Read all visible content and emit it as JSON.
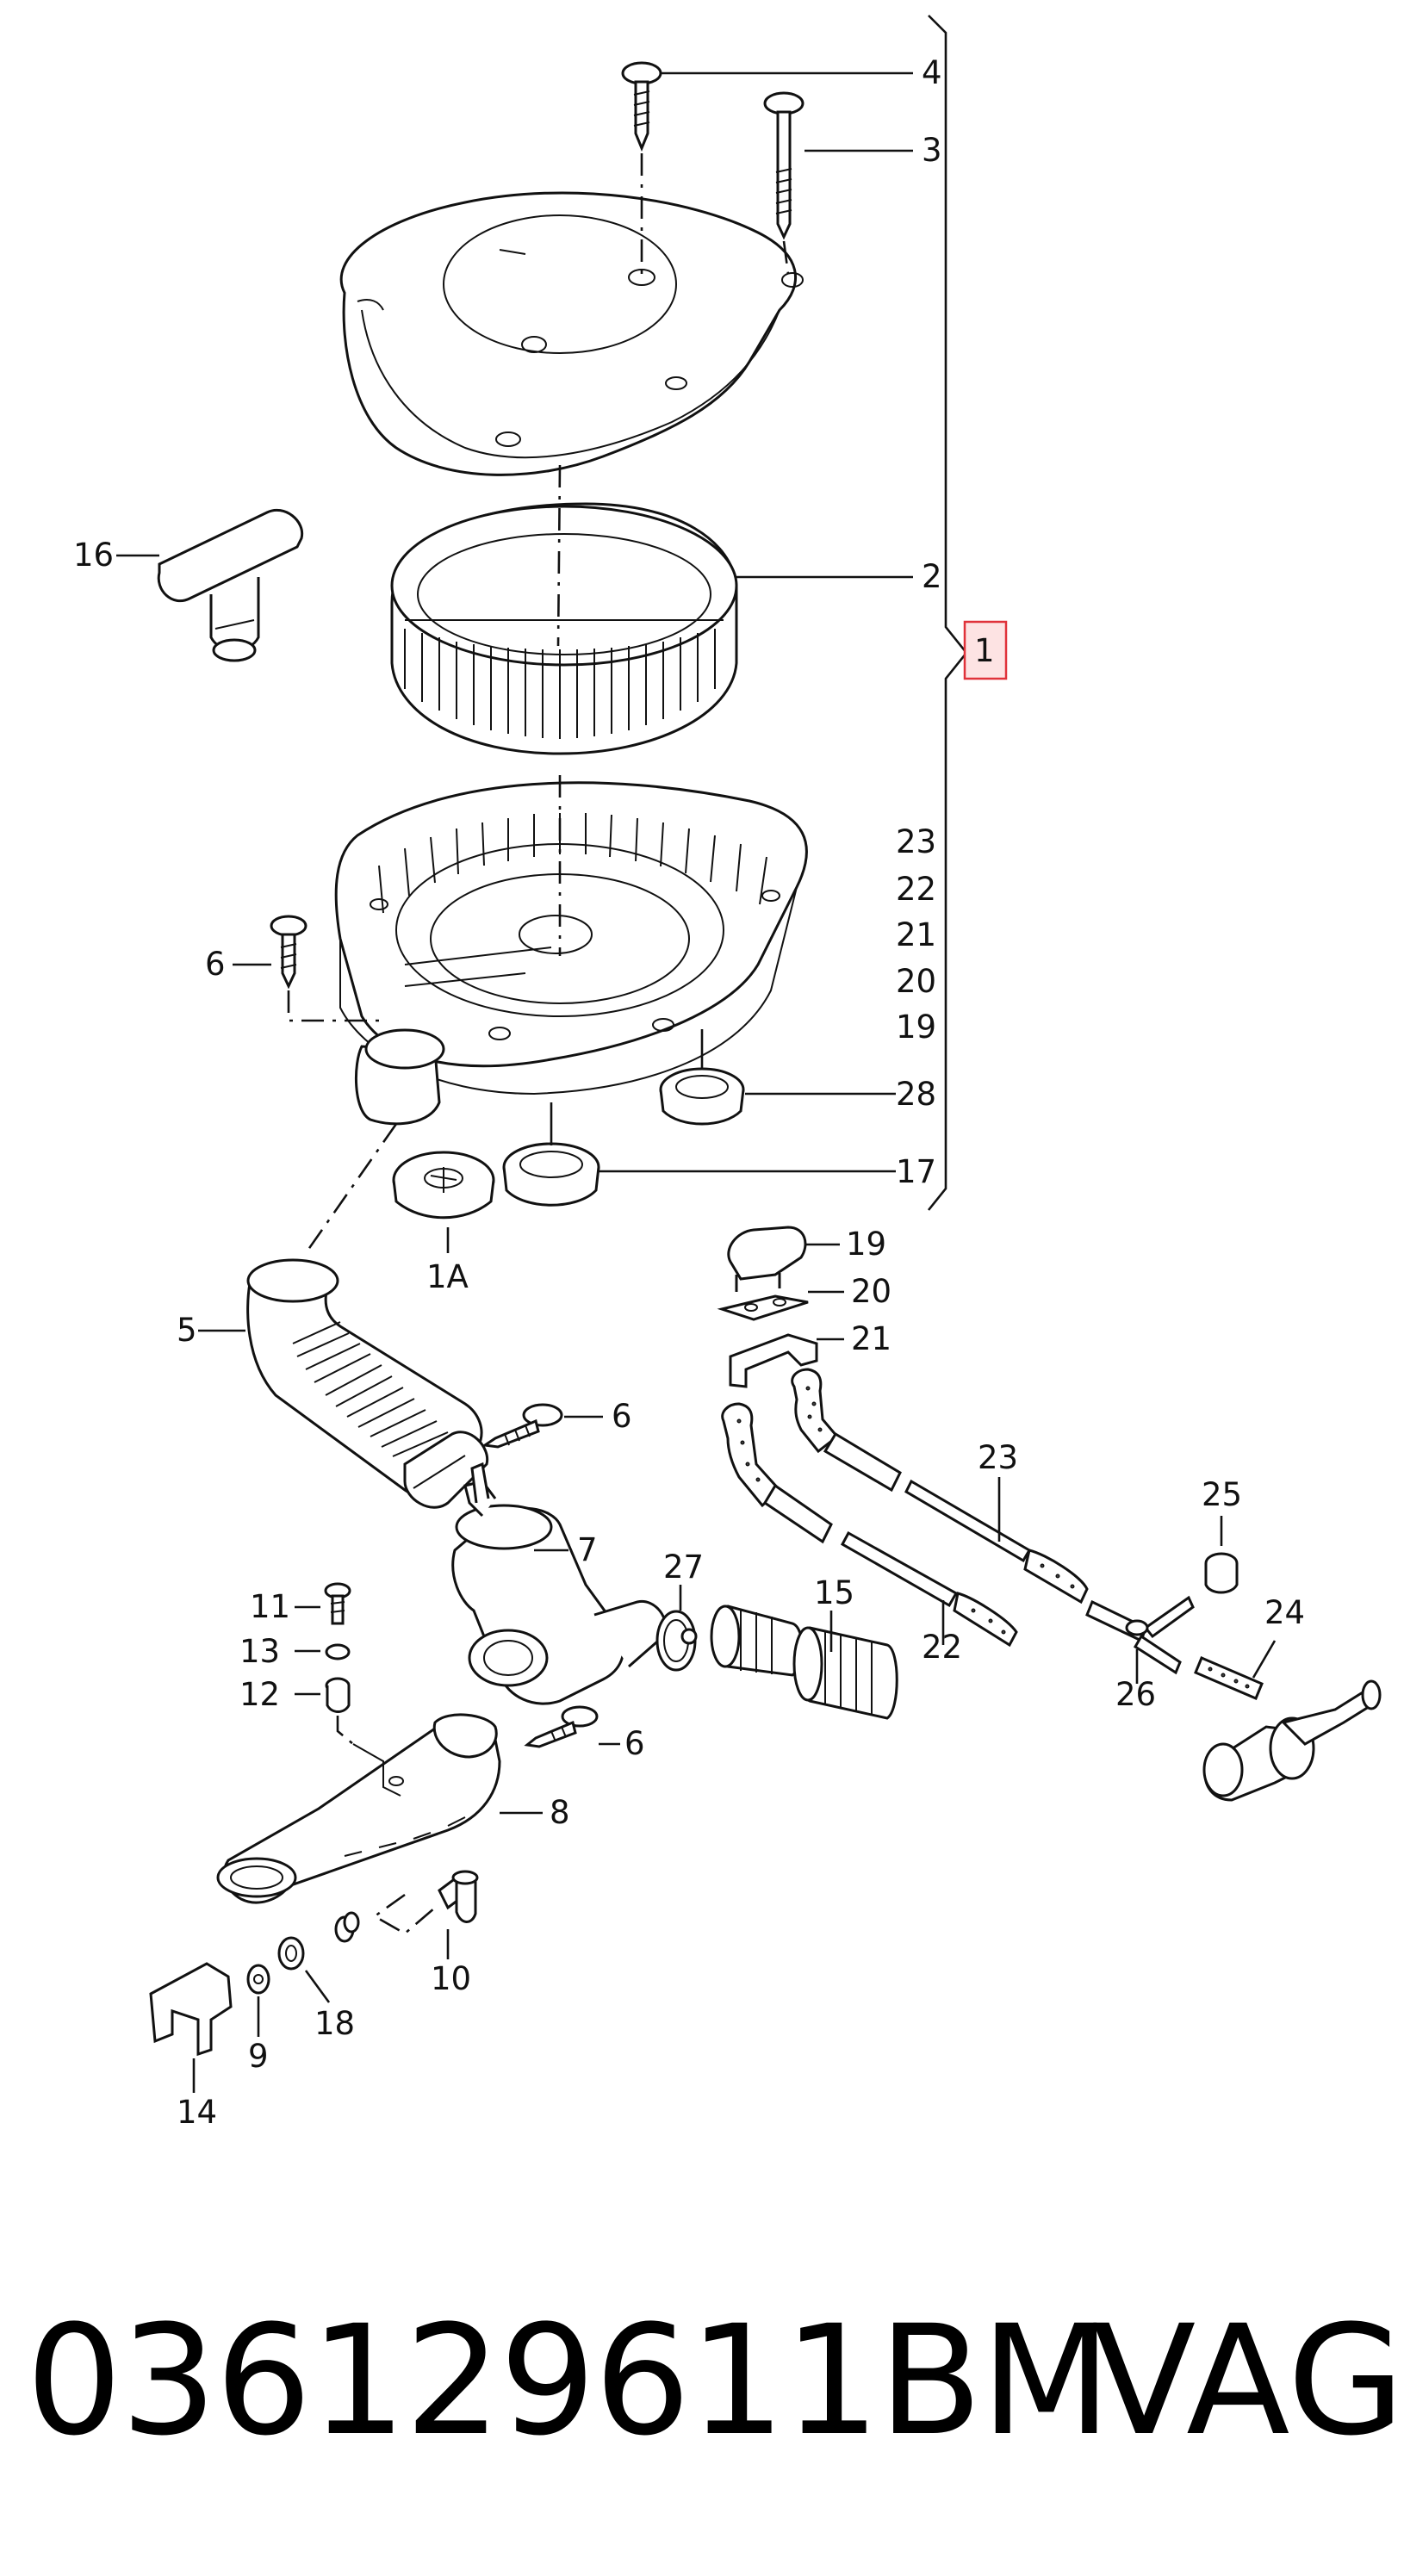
{
  "diagram": {
    "labels": {
      "p1": "1",
      "p1a": "1A",
      "p2": "2",
      "p3": "3",
      "p4": "4",
      "p5": "5",
      "p6a": "6",
      "p6b": "6",
      "p6c": "6",
      "p7": "7",
      "p8": "8",
      "p9": "9",
      "p10": "10",
      "p11": "11",
      "p12": "12",
      "p13": "13",
      "p14": "14",
      "p15": "15",
      "p16": "16",
      "p17": "17",
      "p18": "18",
      "p19a": "19",
      "p19b": "19",
      "p20a": "20",
      "p20b": "20",
      "p21a": "21",
      "p21b": "21",
      "p22a": "22",
      "p22b": "22",
      "p23a": "23",
      "p23b": "23",
      "p24": "24",
      "p25": "25",
      "p26": "26",
      "p27": "27",
      "p28": "28"
    },
    "highlight_color": "#e0323a",
    "highlight_fill": "#fde3e3"
  },
  "footer": {
    "part_number": "036129611BM",
    "brand": "VAG"
  }
}
